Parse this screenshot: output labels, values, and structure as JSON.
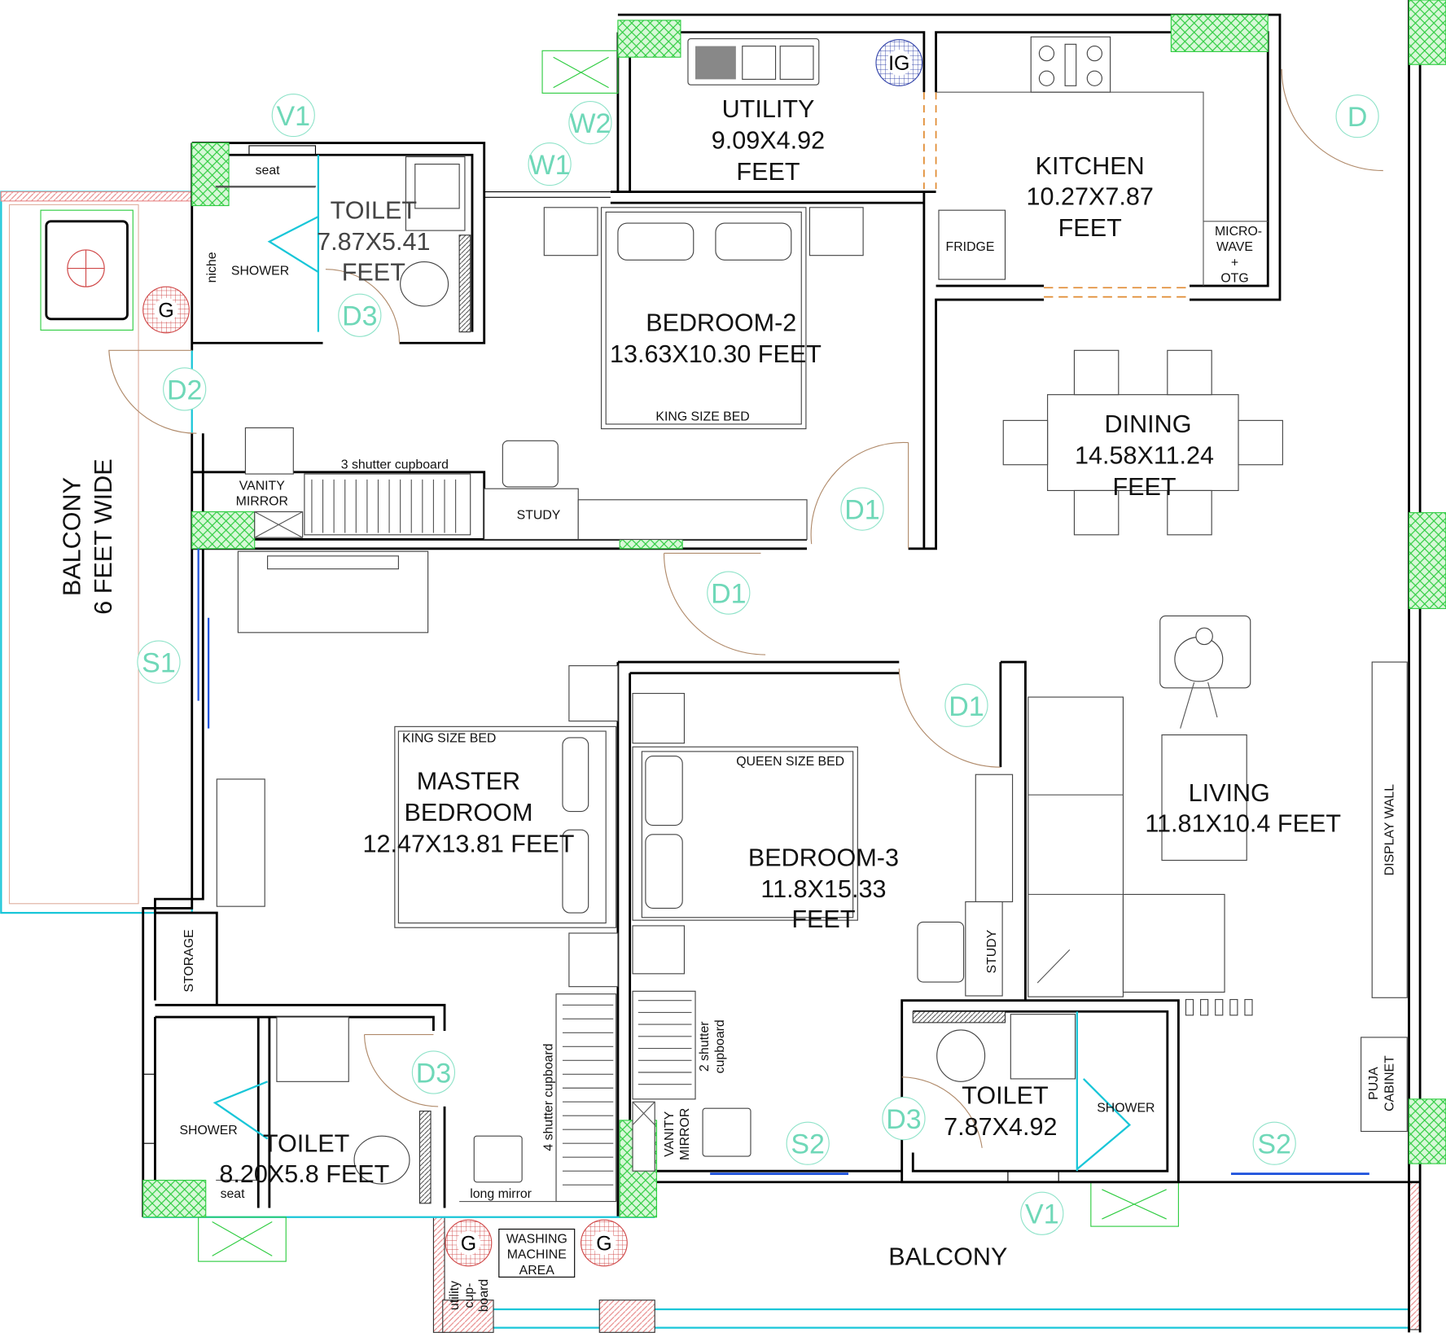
{
  "colors": {
    "wall": "#000000",
    "tag": "#6fd8b8",
    "hatch_green": "#2ecc40",
    "glass": "#19c6d8",
    "door_swing": "#b08a6a",
    "balcony_edge": "#e88a8a",
    "window_blue": "#2255dd"
  },
  "rooms": {
    "utility": [
      "UTILITY",
      "9.09X4.92",
      "FEET"
    ],
    "kitchen": [
      "KITCHEN",
      "10.27X7.87",
      "FEET"
    ],
    "toilet_top": [
      "TOILET",
      "7.87X5.41",
      "FEET"
    ],
    "bedroom2": [
      "BEDROOM-2",
      "13.63X10.30 FEET"
    ],
    "dining": [
      "DINING",
      "14.58X11.24",
      "FEET"
    ],
    "balcony_left": [
      "BALCONY",
      "6 FEET WIDE"
    ],
    "master": [
      "MASTER",
      "BEDROOM",
      "12.47X13.81 FEET"
    ],
    "bedroom3": [
      "BEDROOM-3",
      "11.8X15.33",
      "FEET"
    ],
    "living": [
      "LIVING",
      "11.81X10.4 FEET"
    ],
    "toilet_master": [
      "TOILET",
      "8.20X5.8 FEET"
    ],
    "toilet_b3": [
      "TOILET",
      "7.87X4.92"
    ],
    "balcony_bottom": [
      "BALCONY"
    ]
  },
  "fixtures": {
    "seat_top": "seat",
    "shower_top": "SHOWER",
    "niche": "niche",
    "fridge": "FRIDGE",
    "microwave": [
      "MICRO-",
      "WAVE",
      "+",
      "OTG"
    ],
    "king_bed_b2": "KING SIZE BED",
    "cupboard_3": "3 shutter cupboard",
    "vanity_top": [
      "VANITY",
      "MIRROR"
    ],
    "study_top": "STUDY",
    "king_bed_master": "KING SIZE BED",
    "queen_bed": "QUEEN SIZE BED",
    "display_wall": "DISPLAY WALL",
    "storage": "STORAGE",
    "study_b3": "STUDY",
    "cupboard_2": [
      "2 shutter",
      "cupboard"
    ],
    "shower_b3": "SHOWER",
    "shower_master": "SHOWER",
    "seat_bottom": "seat",
    "long_mirror": "long mirror",
    "cupboard_4": "4 shutter cupboard",
    "vanity_b3": [
      "VANITY",
      "MIRROR"
    ],
    "puja": [
      "PUJA",
      "CABINET"
    ],
    "washing": [
      "WASHING",
      "MACHINE",
      "AREA"
    ],
    "utility_cupboard": [
      "utility",
      "cup-",
      "board"
    ]
  },
  "tags": [
    "V1",
    "W2",
    "W1",
    "D",
    "D3",
    "D2",
    "D1",
    "D1",
    "S1",
    "D1",
    "D3",
    "D3",
    "S2",
    "S2",
    "V1"
  ],
  "gas": [
    "G",
    "G",
    "G",
    "IG"
  ]
}
